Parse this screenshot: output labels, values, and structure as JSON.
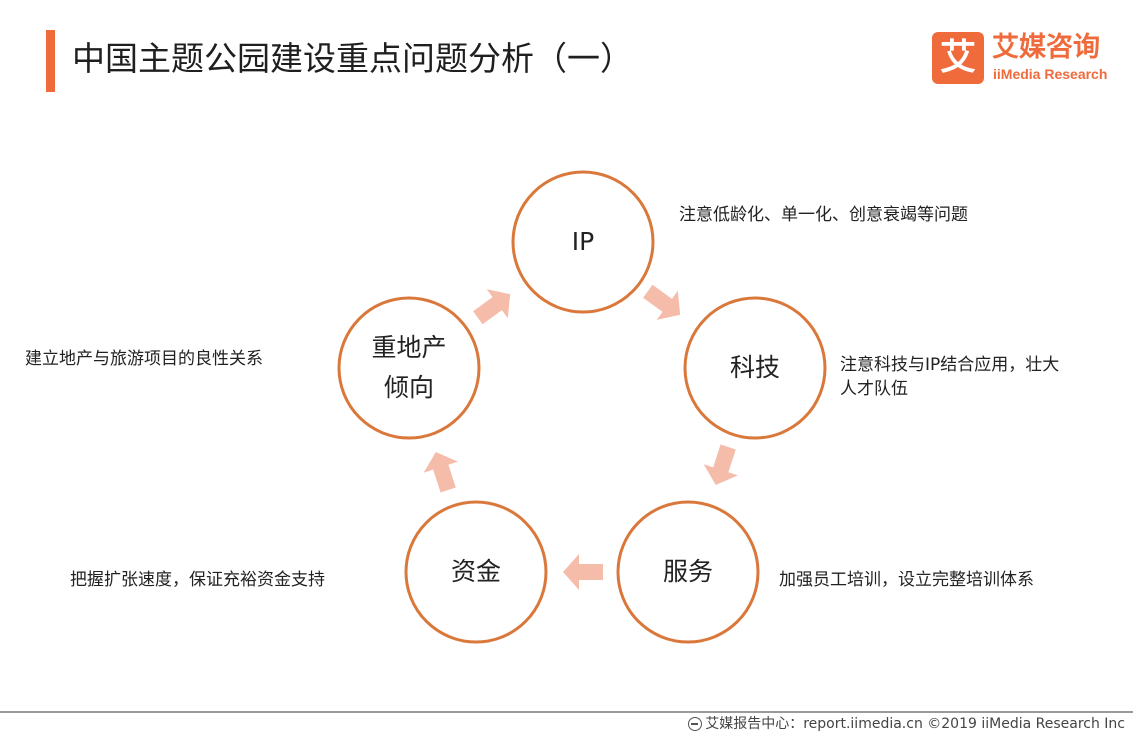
{
  "header": {
    "title": "中国主题公园建设重点问题分析（一）",
    "accent_color": "#ef6b3c"
  },
  "logo": {
    "mark": "艾",
    "name_cn": "艾媒咨询",
    "name_en": "iiMedia Research"
  },
  "diagram": {
    "circle_color": "#d9783a",
    "arrow_color": "#f6bcaa",
    "nodes": [
      {
        "id": "ip",
        "label_lines": [
          "IP"
        ],
        "note": "注意低龄化、单一化、创意衰竭等问题"
      },
      {
        "id": "tech",
        "label_lines": [
          "科技"
        ],
        "note_lines": [
          "注意科技与IP结合应用，壮大",
          "人才队伍"
        ]
      },
      {
        "id": "service",
        "label_lines": [
          "服务"
        ],
        "note": "加强员工培训，设立完整培训体系"
      },
      {
        "id": "capital",
        "label_lines": [
          "资金"
        ],
        "note": "把握扩张速度，保证充裕资金支持"
      },
      {
        "id": "realestate",
        "label_lines": [
          "重地产",
          "倾向"
        ],
        "note": "建立地产与旅游项目的良性关系"
      }
    ]
  },
  "footer": {
    "icon": "globe-icon",
    "text": "艾媒报告中心：report.iimedia.cn  ©2019  iiMedia Research  Inc"
  }
}
